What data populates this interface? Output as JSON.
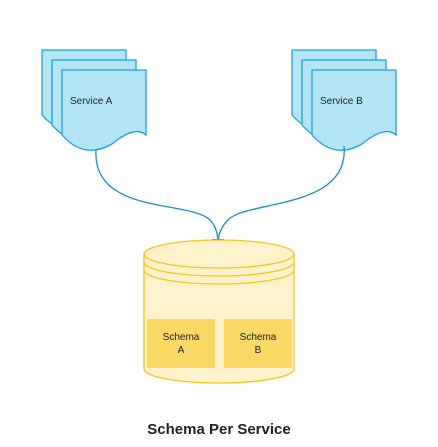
{
  "colors": {
    "document_fill": "#b3e5f5",
    "document_stroke": "#1ba1e2",
    "connector_stroke": "#1b8fc7",
    "database_fill": "#fff2cc",
    "database_stroke": "#f5c518",
    "schema_fill": "#f9d965"
  },
  "services": [
    {
      "label": "Service A"
    },
    {
      "label": "Service B"
    }
  ],
  "schemas": [
    {
      "line1": "Schema",
      "line2": "A"
    },
    {
      "line1": "Schema",
      "line2": "B"
    }
  ],
  "caption": "Schema Per Service"
}
